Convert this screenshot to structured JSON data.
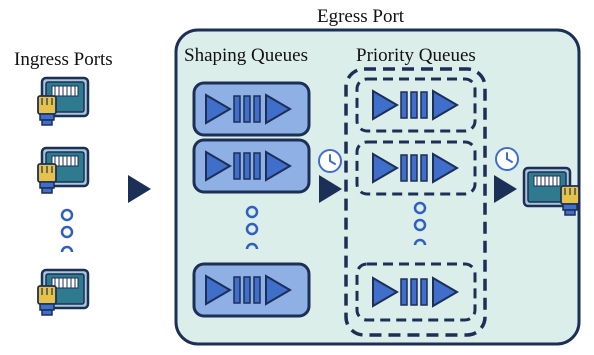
{
  "labels": {
    "egress_port": "Egress Port",
    "ingress_ports": "Ingress Ports",
    "shaping_queues": "Shaping Queues",
    "priority_queues": "Priority Queues"
  },
  "colors": {
    "outline": "#1c2f57",
    "egress_fill": "#dceeea",
    "queue_fill": "#8fb0e4",
    "queue_glyph": "#3f6fcb",
    "port_fill": "#2e7b8f",
    "port_face": "#a9c7d8",
    "ellipsis": "#2f5fc0",
    "plug": "#e6c24a"
  },
  "icons": {
    "flow_arrow": "play-triangle-icon",
    "clock": "clock-icon",
    "ethernet_port": "ethernet-port-icon",
    "queue": "queue-icon",
    "ellipsis": "vertical-ellipsis-icon"
  }
}
